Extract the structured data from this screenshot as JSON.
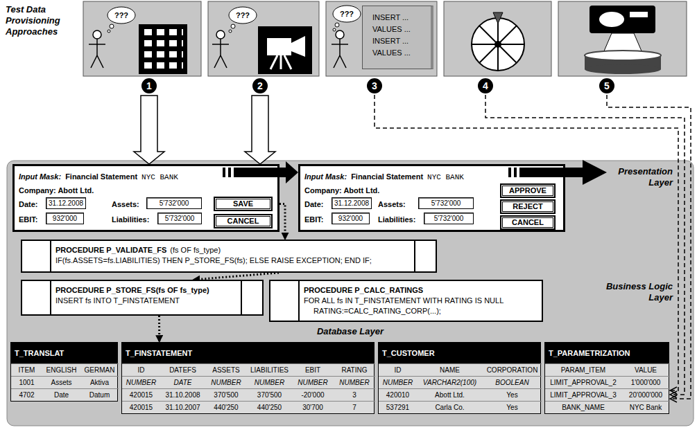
{
  "diagram": {
    "nodes": [
      {
        "text": [
          "Test Data Provisioning Approaches"
        ]
      },
      {
        "text": [
          "INSERT ... VALUES ... INSERT ... VALUES ..."
        ],
        "in": 0
      },
      {
        "text": [
          "1"
        ]
      },
      {
        "text": [
          "2"
        ]
      },
      {
        "text": [
          "3"
        ]
      },
      {
        "text": [
          "4"
        ]
      },
      {
        "text": [
          "5"
        ]
      },
      {
        "text": [
          "Presentation Layer"
        ]
      },
      {
        "text": [
          "Input Mask:",
          "Financial Statement",
          "NYC BANK",
          "Company: Abott Ltd.",
          "Date:",
          "Assets:",
          "EBIT:",
          "Liabilities:"
        ],
        "in": 7
      },
      {
        "text": [
          "31.12.2008"
        ],
        "in": 8
      },
      {
        "text": [
          "5'732'000"
        ],
        "in": 8
      },
      {
        "text": [
          "932'000"
        ],
        "in": 8
      },
      {
        "text": [
          "5'732'000"
        ],
        "in": 8
      },
      {
        "text": [
          "SAVE"
        ],
        "in": 8
      },
      {
        "text": [
          "CANCEL"
        ],
        "in": 8
      },
      {
        "text": [
          "Input Mask:",
          "Financial Statement",
          "NYC BANK",
          "Company: Abott Ltd.",
          "Date:",
          "Assets:",
          "EBIT:",
          "Liabilities:"
        ],
        "in": 7
      },
      {
        "text": [
          "31.12.2008"
        ],
        "in": 15
      },
      {
        "text": [
          "5'732'000"
        ],
        "in": 15
      },
      {
        "text": [
          "932'000"
        ],
        "in": 15
      },
      {
        "text": [
          "5'732'000"
        ],
        "in": 15
      },
      {
        "text": [
          "APPROVE"
        ],
        "in": 15
      },
      {
        "text": [
          "REJECT"
        ],
        "in": 15
      },
      {
        "text": [
          "CANCEL"
        ],
        "in": 15
      },
      {
        "text": [
          "PROCEDURE P_VALIDATE_FS",
          "(fs OF fs_type)",
          "IF(fs.ASSETS=fs.LIABILITIES) THEN P_STORE_FS(fs); ELSE RAISE EXCEPTION; END IF;"
        ]
      },
      {
        "text": [
          "Business Logic Layer"
        ]
      },
      {
        "text": [
          "PROCEDURE P_STORE_FS(fs OF fs_type)",
          "INSERT fs INTO T_FINSTATEMENT"
        ],
        "in": 24
      },
      {
        "text": [
          "PROCEDURE P_CALC_RATINGS",
          "FOR ALL fs IN T_FINSTATEMENT WITH RATING IS NULL",
          "RATING:=CALC_RATING_CORP(...);"
        ],
        "in": 24
      },
      {
        "text": [
          "Database Layer"
        ]
      },
      {
        "text": [
          "T_TRANSLAT",
          "ITEM",
          "ENGLISH",
          "GERMAN",
          "1001",
          "Assets",
          "Aktiva",
          "4702",
          "Date",
          "Datum"
        ],
        "in": 27
      },
      {
        "text": [
          "T_FINSTATEMENT",
          "ID",
          "DATEFS",
          "ASSETS",
          "LIABILITIES",
          "EBIT",
          "RATING",
          "NUMBER",
          "DATE",
          "NUMBER",
          "NUMBER",
          "NUMBER",
          "NUMBER",
          "420015",
          "31.10.2008",
          "370'500",
          "370'500",
          "-20'000",
          "3",
          "420015",
          "31.10.2007",
          "440'250",
          "440'250",
          "30'700",
          "7"
        ],
        "in": 27
      },
      {
        "text": [
          "T_CUSTOMER",
          "ID",
          "NAME",
          "CORPORATION",
          "NUMBER",
          "VARCHAR2(100)",
          "BOOLEAN",
          "420010",
          "Abott Ltd.",
          "Yes",
          "537291",
          "Carla Co.",
          "Yes"
        ],
        "in": 27
      },
      {
        "text": [
          "T_PARAMETRIZATION",
          "PARAM_ITEM",
          "VALUE",
          "LIMIT_APPROVAL_2",
          "1'000'000",
          "LIMIT_APPROVAL_3",
          "20'000'000",
          "BANK_NAME",
          "NYC Bank"
        ],
        "in": 27
      }
    ],
    "edges": [
      {
        "from": 2,
        "to": 8,
        "arrow": "to"
      },
      {
        "from": 3,
        "to": 8,
        "arrow": "to"
      },
      {
        "from": 4,
        "to": 31,
        "arrow": "to"
      },
      {
        "from": 5,
        "to": 31,
        "arrow": "to"
      },
      {
        "from": 6,
        "to": 31,
        "arrow": "to"
      },
      {
        "from": 8,
        "to": 15,
        "arrow": "to"
      },
      {
        "from": 13,
        "to": 23,
        "arrow": "to"
      },
      {
        "from": 23,
        "to": 25,
        "arrow": "to"
      },
      {
        "from": 25,
        "to": 29,
        "arrow": "to"
      }
    ],
    "labels": [
      "???",
      "???",
      "???"
    ]
  }
}
